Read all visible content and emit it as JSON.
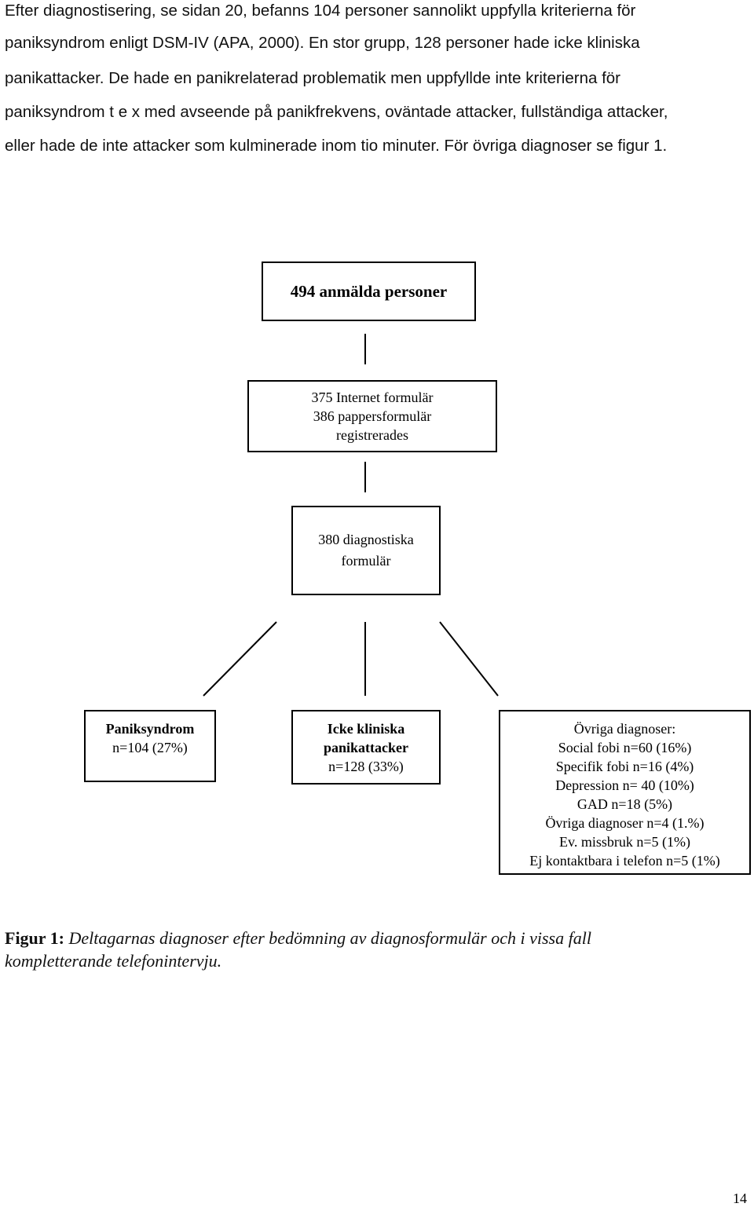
{
  "paragraph": {
    "lines": [
      "Efter diagnostisering, se sidan 20, befanns 104 personer sannolikt uppfylla kriterierna för",
      "paniksyndrom enligt DSM-IV (APA, 2000). En stor grupp, 128 personer hade icke kliniska",
      "panikattacker. De hade en panikrelaterad problematik men uppfyllde inte kriterierna för",
      "paniksyndrom t e x med avseende på panikfrekvens, oväntade attacker, fullständiga attacker,",
      "eller hade de inte attacker som kulminerade inom tio minuter. För övriga diagnoser se figur 1."
    ]
  },
  "flowchart": {
    "top": {
      "text": "494 anmälda personer"
    },
    "forms": {
      "lines": [
        "375 Internet formulär",
        "386 pappersformulär",
        "registrerades"
      ]
    },
    "diagnostic": {
      "lines": [
        "380 diagnostiska",
        "formulär"
      ]
    },
    "panic": {
      "title": "Paniksyndrom",
      "value": "n=104  (27%)"
    },
    "nonclinical": {
      "title_lines": [
        "Icke kliniska",
        "panikattacker"
      ],
      "value": "n=128 (33%)"
    },
    "other": {
      "lines": [
        "Övriga diagnoser:",
        "Social fobi n=60 (16%)",
        "Specifik fobi n=16 (4%)",
        "Depression n= 40 (10%)",
        "GAD n=18 (5%)",
        "Övriga diagnoser n=4  (1.%)",
        "Ev. missbruk n=5 (1%)",
        "Ej kontaktbara i telefon n=5 (1%)"
      ]
    }
  },
  "caption": {
    "label": "Figur 1:",
    "text_lines": [
      "Deltagarnas diagnoser efter bedömning av diagnosformulär och i vissa fall",
      "kompletterande telefonintervju."
    ]
  },
  "page_number": "14"
}
